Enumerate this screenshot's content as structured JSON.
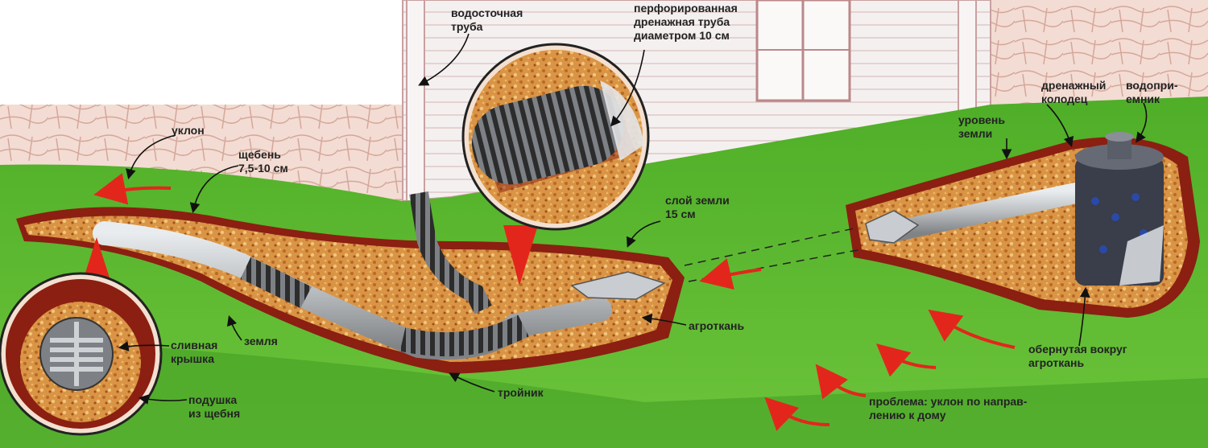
{
  "labels": {
    "downspout": "водосточная\nтруба",
    "perforated_pipe": "перфорированная\nдренажная труба\nдиаметром 10 см",
    "slope": "уклон",
    "gravel": "щебень\n7,5-10 см",
    "soil_layer": "слой земли\n15 см",
    "drain_well": "дренажный\nколодец",
    "receiver": "водопри-\nемник",
    "ground_level": "уровень\nземли",
    "drain_cover": "сливная\nкрышка",
    "earth": "земля",
    "geotextile": "агроткань",
    "gravel_cushion": "подушка\nиз щебня",
    "tee": "тройник",
    "wrapped_geotextile": "обернутая вокруг\nагроткань",
    "problem": "проблема: уклон по направ-\nлению к дому"
  },
  "colors": {
    "lawn": "#55b82c",
    "lawn_dark": "#2f8a1a",
    "house_siding": "#f3eeee",
    "house_lines": "#c9a0a0",
    "stone_wall": "#f0d6cc",
    "soil_red": "#8b1f12",
    "gravel": "#d99445",
    "pipe": "#bfc3c6",
    "arrow_red": "#e3261c",
    "label_text": "#222222"
  }
}
